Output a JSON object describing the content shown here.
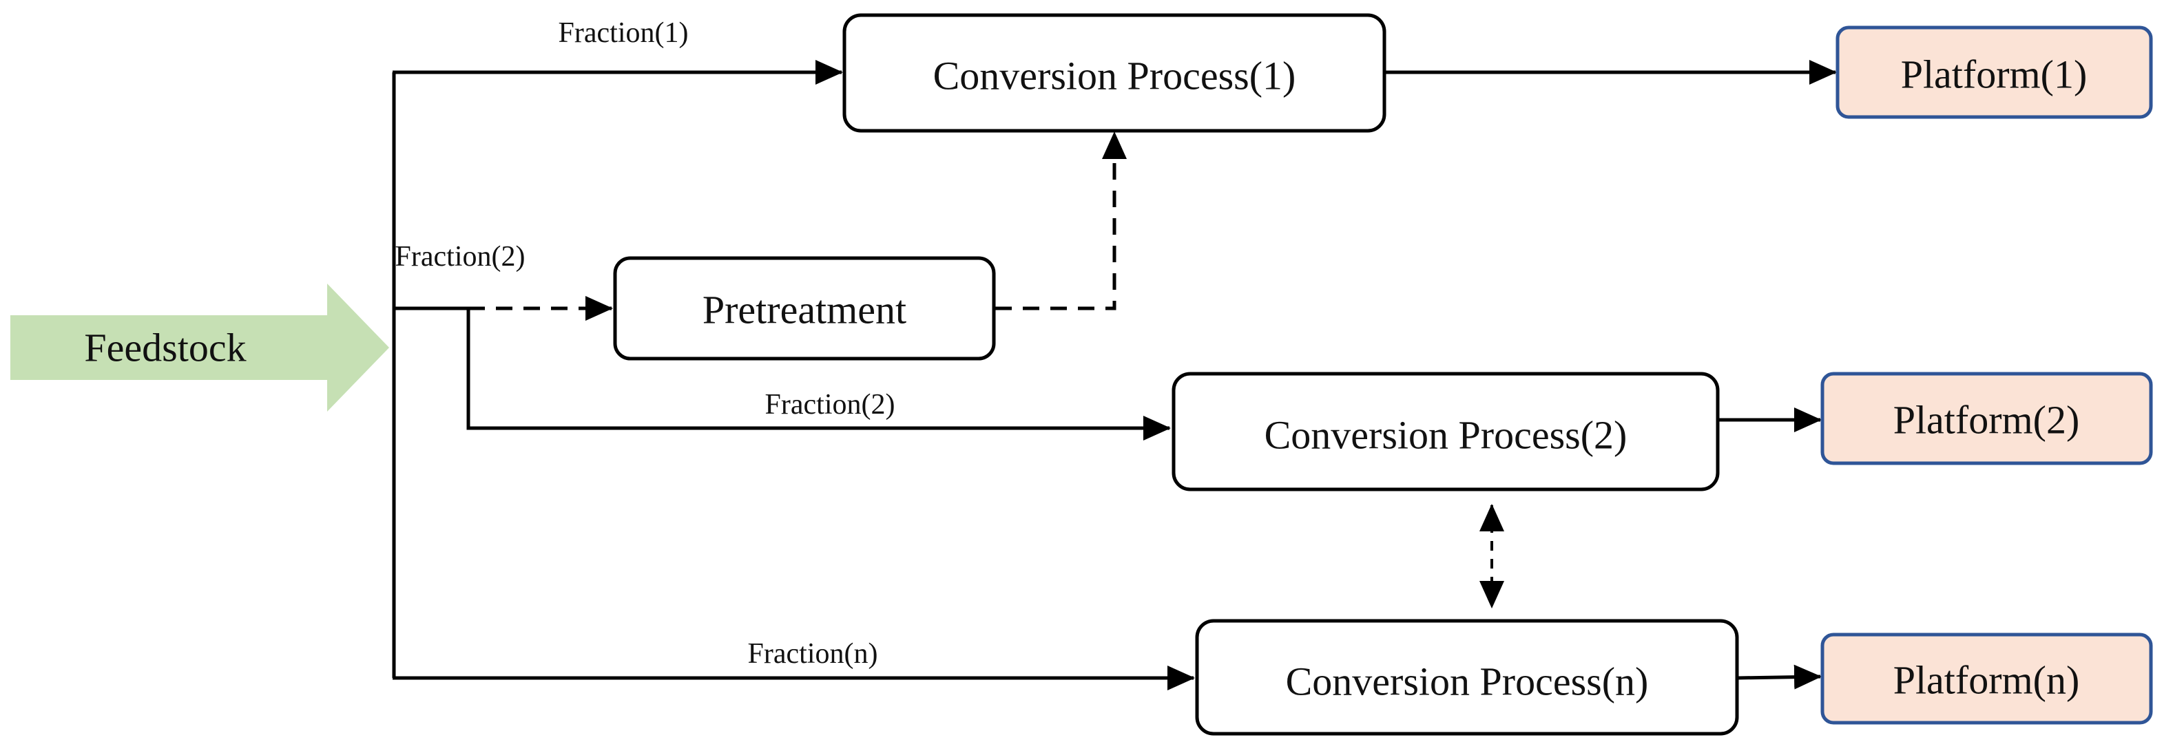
{
  "feedstock": {
    "label": "Feedstock",
    "color": "#c6e0b4"
  },
  "fractions": {
    "f1": "Fraction(1)",
    "f2_top": "Fraction(2)",
    "f2_mid": "Fraction(2)",
    "fn": "Fraction(n)"
  },
  "pretreatment": {
    "label": "Pretreatment"
  },
  "processes": [
    {
      "label": "Conversion Process(1)"
    },
    {
      "label": "Conversion Process(2)"
    },
    {
      "label": "Conversion Process(n)"
    }
  ],
  "platforms": [
    {
      "label": "Platform(1)"
    },
    {
      "label": "Platform(2)"
    },
    {
      "label": "Platform(n)"
    }
  ],
  "colors": {
    "platform_fill": "#fbe3d6",
    "platform_border": "#2f5597",
    "line": "#000000"
  }
}
